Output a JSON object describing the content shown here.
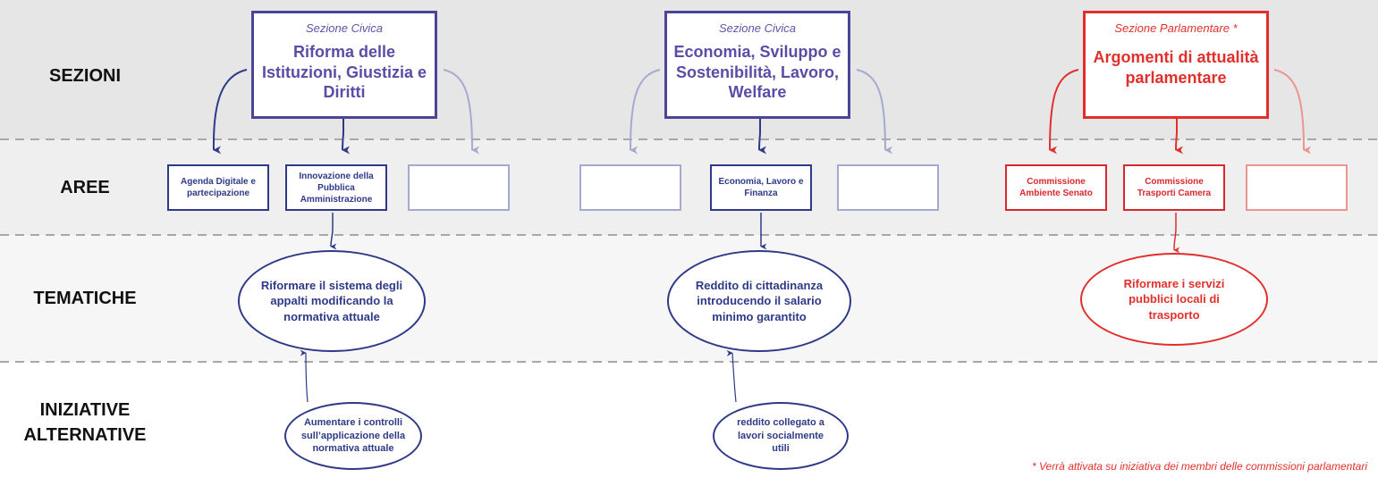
{
  "rows": {
    "sezioni": "SEZIONI",
    "aree": "AREE",
    "tematiche": "TEMATICHE",
    "iniziative_line1": "INIZIATIVE",
    "iniziative_line2": "ALTERNATIVE"
  },
  "sezioni": [
    {
      "kicker": "Sezione Civica",
      "title": "Riforma delle Istituzioni, Giustizia e Diritti",
      "color": "#4a4597"
    },
    {
      "kicker": "Sezione Civica",
      "title": "Economia, Sviluppo e Sostenibilità, Lavoro, Welfare",
      "color": "#4a4597"
    },
    {
      "kicker": "Sezione Parlamentare *",
      "title": "Argomenti di attualità parlamentare",
      "color": "#e1302b"
    }
  ],
  "aree": [
    {
      "label": "Agenda Digitale e partecipazione"
    },
    {
      "label": "Innovazione della Pubblica Amministrazione"
    },
    {
      "label": ""
    },
    {
      "label": ""
    },
    {
      "label": "Economia, Lavoro e Finanza"
    },
    {
      "label": ""
    },
    {
      "label": "Commissione Ambiente Senato"
    },
    {
      "label": "Commissione Trasporti Camera"
    },
    {
      "label": ""
    }
  ],
  "tematiche": [
    {
      "text": "Riformare il sistema degli appalti modificando la normativa attuale"
    },
    {
      "text": "Reddito di cittadinanza introducendo il salario minimo garantito"
    },
    {
      "text": "Riformare i servizi pubblici locali di trasporto"
    }
  ],
  "iniziative": [
    {
      "text": "Aumentare i controlli sull’applicazione della normativa attuale"
    },
    {
      "text": "reddito collegato a lavori socialmente utili"
    }
  ],
  "footnote": "* Verrà attivata su iniziativa dei membri delle commissioni parlamentari",
  "colors": {
    "blue": "#2e3a87",
    "blue_light": "#a6a9cf",
    "purple_text": "#5b4ca5",
    "red": "#e1302b",
    "red_light": "#ec9590",
    "divider": "#a8a8aa"
  }
}
